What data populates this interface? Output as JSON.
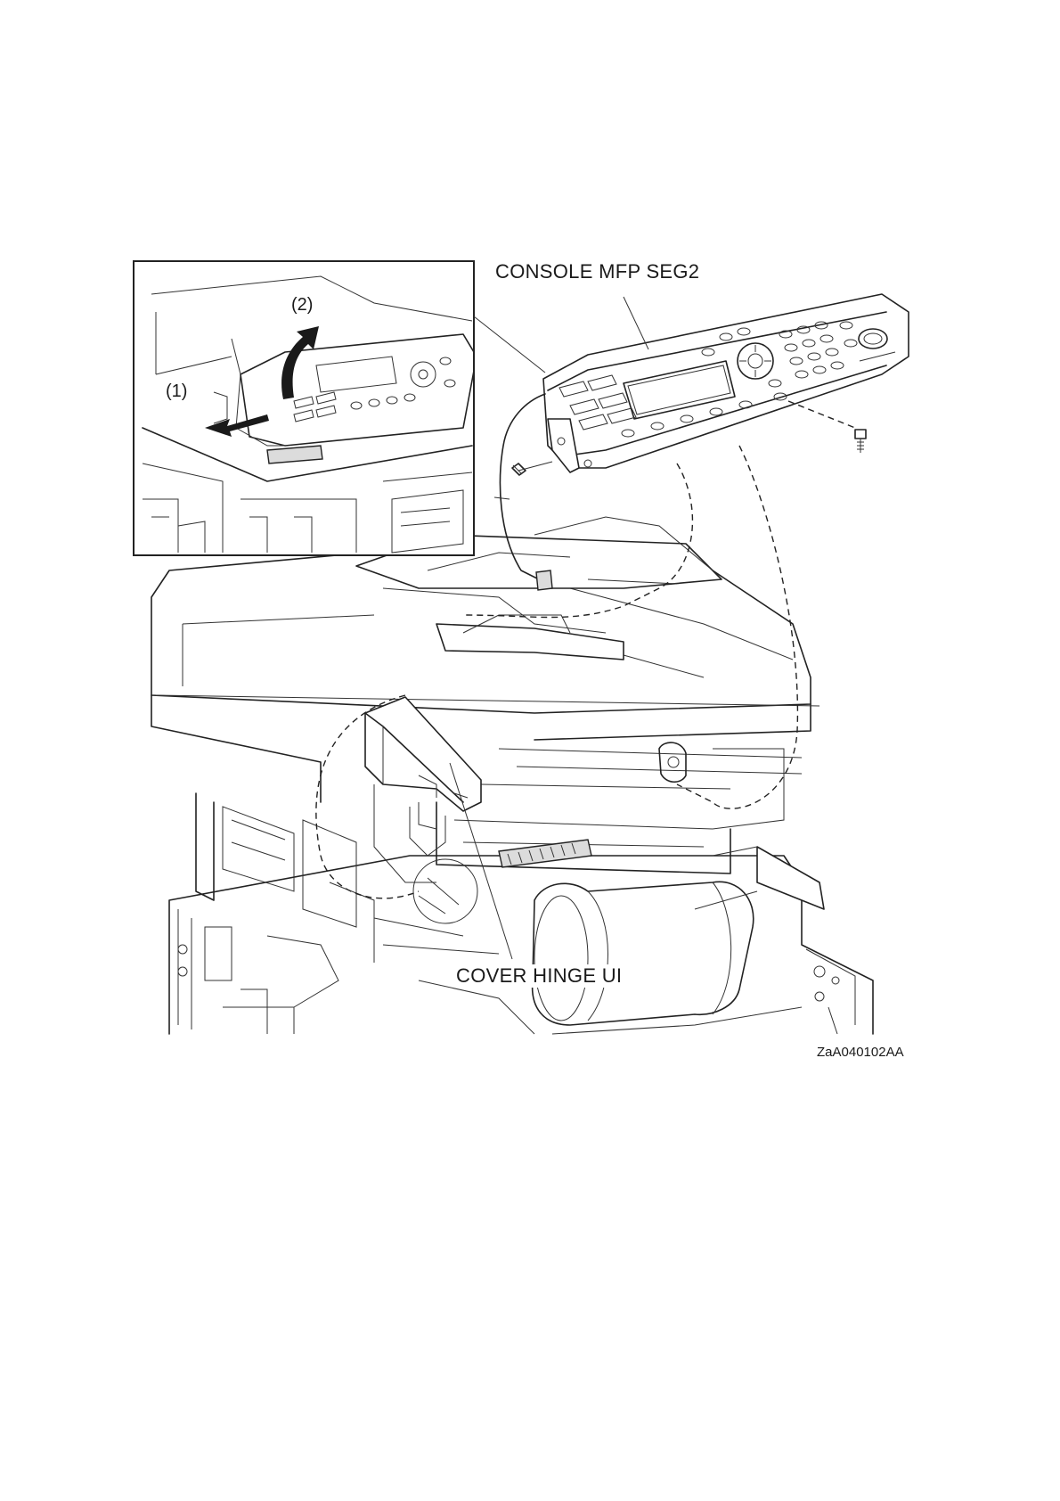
{
  "figure": {
    "labels": {
      "console": "CONSOLE MFP SEG2",
      "hinge": "COVER HINGE UI",
      "step1": "(1)",
      "step2": "(2)",
      "code": "ZaA040102AA"
    },
    "colors": {
      "line": "#222222",
      "background": "#ffffff",
      "arrow": "#1a1a1a"
    }
  }
}
